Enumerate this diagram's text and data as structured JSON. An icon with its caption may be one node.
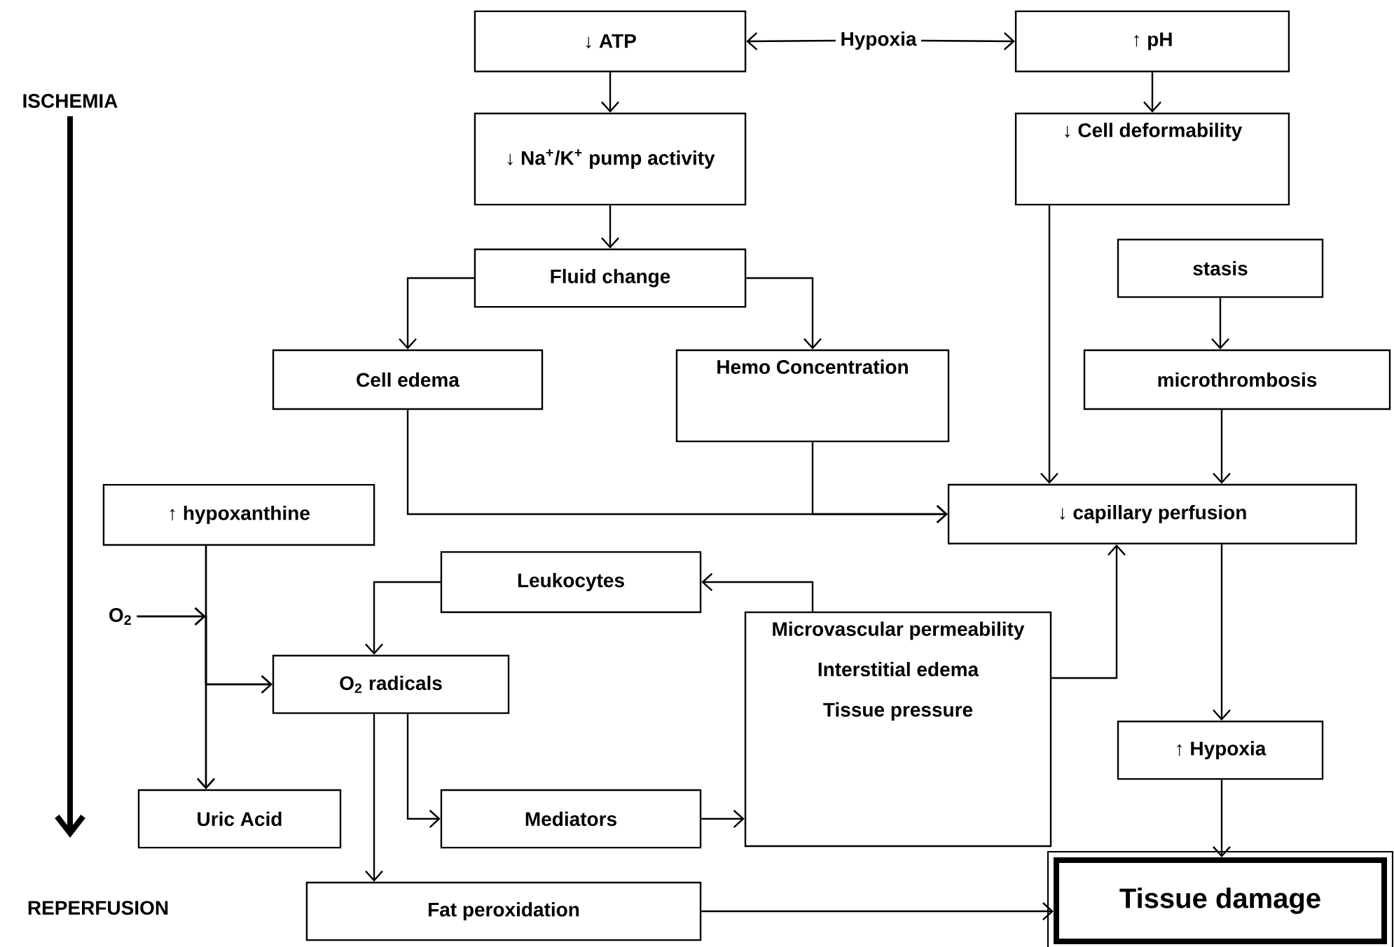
{
  "diagram": {
    "nodes": [
      {
        "text": [
          "↓ ATP"
        ]
      },
      {
        "text": [
          "Hypoxia"
        ]
      },
      {
        "text": [
          "↑ pH"
        ]
      },
      {
        "text": [
          "↓ Na$^{+}$/K$^{+}$ pump activity"
        ]
      },
      {
        "text": [
          "↓ Cell deformability"
        ]
      },
      {
        "text": [
          "Fluid change"
        ]
      },
      {
        "text": [
          "stasis"
        ]
      },
      {
        "text": [
          "Cell edema"
        ]
      },
      {
        "text": [
          "Hemo Concentration"
        ]
      },
      {
        "text": [
          "microthrombosis"
        ]
      },
      {
        "text": [
          "↑ hypoxanthine"
        ]
      },
      {
        "text": [
          "↓ capillary perfusion"
        ]
      },
      {
        "text": [
          "O$_{2}$"
        ]
      },
      {
        "text": [
          "Leukocytes"
        ]
      },
      {
        "text": [
          "O$_{2}$ radicals"
        ]
      },
      {
        "text": [
          "Microvascular permeability",
          "Interstitial edema",
          "Tissue pressure"
        ]
      },
      {
        "text": [
          "↑ Hypoxia"
        ]
      },
      {
        "text": [
          "Uric Acid"
        ]
      },
      {
        "text": [
          "Mediators"
        ]
      },
      {
        "text": [
          "Fat peroxidation"
        ]
      },
      {
        "text": [
          "Tissue damage"
        ]
      }
    ],
    "edges": [
      {
        "from": 1,
        "to": 0,
        "arrow": "to"
      },
      {
        "from": 1,
        "to": 2,
        "arrow": "to"
      },
      {
        "from": 0,
        "to": 3,
        "arrow": "to"
      },
      {
        "from": 2,
        "to": 4,
        "arrow": "to"
      },
      {
        "from": 3,
        "to": 5,
        "arrow": "to"
      },
      {
        "from": 5,
        "to": 7,
        "arrow": "to"
      },
      {
        "from": 5,
        "to": 8,
        "arrow": "to"
      },
      {
        "from": 6,
        "to": 9,
        "arrow": "to"
      },
      {
        "from": 4,
        "to": 11,
        "arrow": "to"
      },
      {
        "from": 9,
        "to": 11,
        "arrow": "to"
      },
      {
        "from": 7,
        "to": 11,
        "arrow": "to"
      },
      {
        "from": 8,
        "to": 11,
        "arrow": "to"
      },
      {
        "from": 10,
        "to": 17,
        "arrow": "to"
      },
      {
        "from": 10,
        "to": 14,
        "arrow": "to"
      },
      {
        "from": 12,
        "to": 17,
        "arrow": "to"
      },
      {
        "from": 12,
        "to": 14,
        "arrow": "to"
      },
      {
        "from": 13,
        "to": 14,
        "arrow": "to"
      },
      {
        "from": 15,
        "to": 13,
        "arrow": "to"
      },
      {
        "from": 15,
        "to": 11,
        "arrow": "to"
      },
      {
        "from": 14,
        "to": 18,
        "arrow": "to"
      },
      {
        "from": 14,
        "to": 19,
        "arrow": "to"
      },
      {
        "from": 18,
        "to": 15,
        "arrow": "to"
      },
      {
        "from": 11,
        "to": 16,
        "arrow": "to"
      },
      {
        "from": 16,
        "to": 20,
        "arrow": "to"
      },
      {
        "from": 19,
        "to": 20,
        "arrow": "to"
      }
    ],
    "labels": [
      "ISCHEMIA",
      "REPERFUSION"
    ]
  }
}
